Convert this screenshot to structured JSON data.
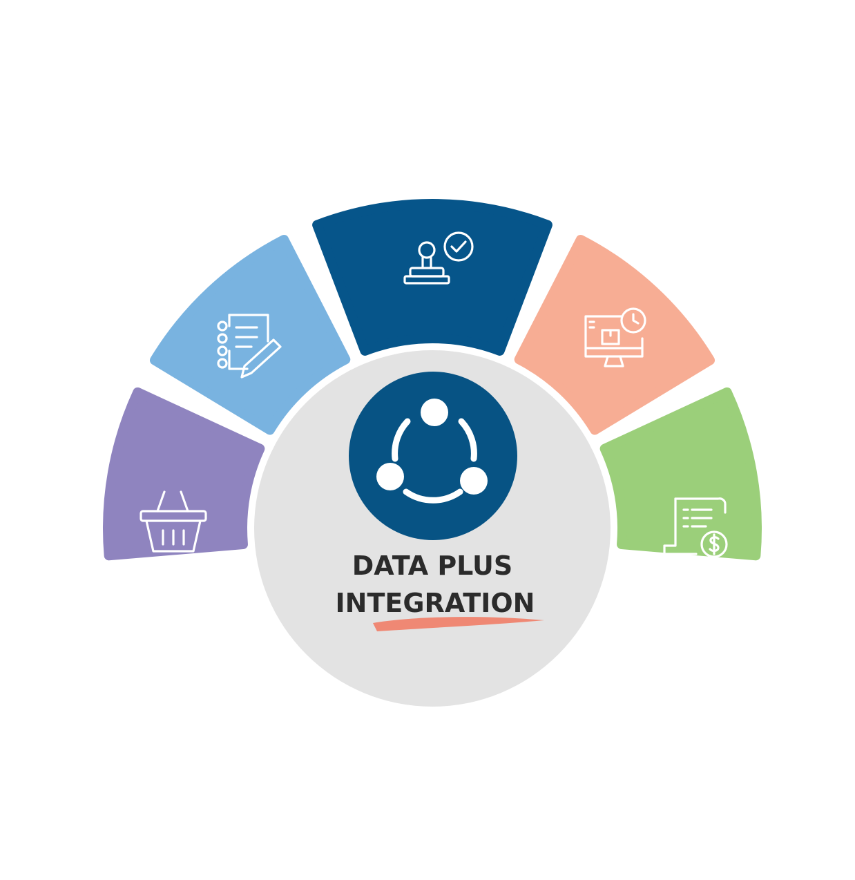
{
  "hub": {
    "title_line1": "DATA PLUS",
    "title_line2": "INTEGRATION",
    "logo_icon": "share-nodes-icon"
  },
  "colors": {
    "hub_background": "#e3e3e3",
    "logo_circle": "#075384",
    "underline_brush": "#f0806a",
    "title_text": "#2b2b2b"
  },
  "segments": [
    {
      "name": "shopping-basket-segment",
      "icon": "shopping-basket-icon",
      "color": "#8f84bf"
    },
    {
      "name": "checklist-document-segment",
      "icon": "checklist-pencil-icon",
      "color": "#79b3e0"
    },
    {
      "name": "approval-stamp-segment",
      "icon": "approval-stamp-icon",
      "color": "#06558a"
    },
    {
      "name": "computer-delivery-segment",
      "icon": "computer-package-clock-icon",
      "color": "#f7ad94"
    },
    {
      "name": "invoice-payment-segment",
      "icon": "invoice-dollar-icon",
      "color": "#9bcf7a"
    }
  ]
}
